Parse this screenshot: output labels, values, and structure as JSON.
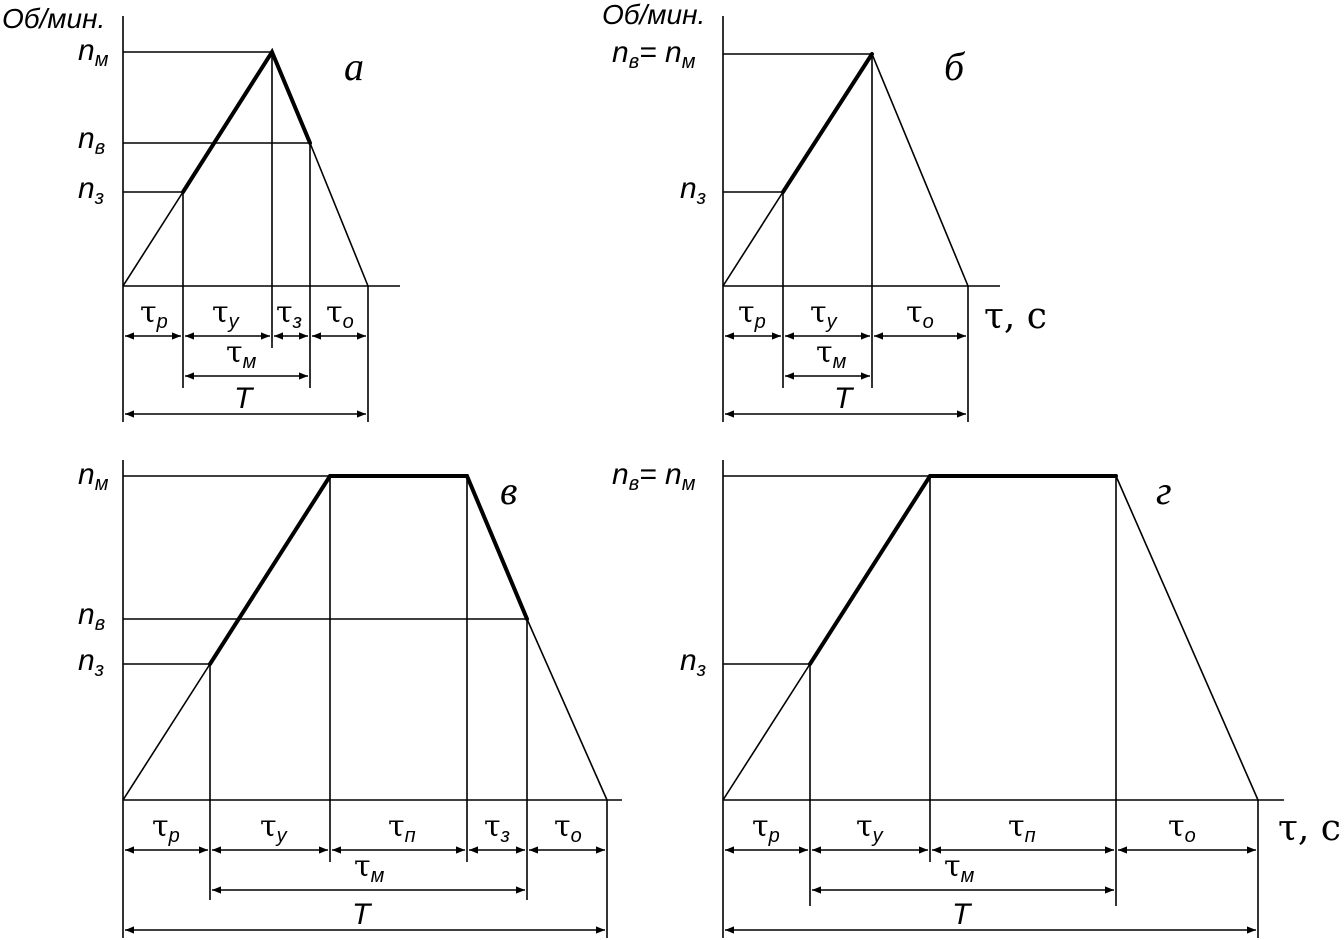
{
  "y_unit": "Об/мин.",
  "x_unit": "τ, c",
  "tau": "τ",
  "panels": [
    {
      "letter": "а",
      "y_labels": [
        {
          "main": "n",
          "sub": "м"
        },
        {
          "main": "n",
          "sub": "в"
        },
        {
          "main": "n",
          "sub": "з"
        }
      ],
      "intervals": [
        {
          "main": "τ",
          "sub": "р"
        },
        {
          "main": "τ",
          "sub": "у"
        },
        {
          "main": "τ",
          "sub": "з"
        },
        {
          "main": "τ",
          "sub": "о"
        }
      ],
      "tau_m": {
        "main": "τ",
        "sub": "м"
      },
      "total": "T"
    },
    {
      "letter": "б",
      "y_labels": [
        {
          "main": "n",
          "sub": "в",
          "eq": "= ",
          "main2": "n",
          "sub2": "м"
        },
        {
          "main": "n",
          "sub": "з"
        }
      ],
      "intervals": [
        {
          "main": "τ",
          "sub": "р"
        },
        {
          "main": "τ",
          "sub": "у"
        },
        {
          "main": "τ",
          "sub": "о"
        }
      ],
      "tau_m": {
        "main": "τ",
        "sub": "м"
      },
      "total": "T"
    },
    {
      "letter": "в",
      "y_labels": [
        {
          "main": "n",
          "sub": "м"
        },
        {
          "main": "n",
          "sub": "в"
        },
        {
          "main": "n",
          "sub": "з"
        }
      ],
      "intervals": [
        {
          "main": "τ",
          "sub": "р"
        },
        {
          "main": "τ",
          "sub": "у"
        },
        {
          "main": "τ",
          "sub": "п"
        },
        {
          "main": "τ",
          "sub": "з"
        },
        {
          "main": "τ",
          "sub": "о"
        }
      ],
      "tau_m": {
        "main": "τ",
        "sub": "м"
      },
      "total": "T"
    },
    {
      "letter": "г",
      "y_labels": [
        {
          "main": "n",
          "sub": "в",
          "eq": "= ",
          "main2": "n",
          "sub2": "м"
        },
        {
          "main": "n",
          "sub": "з"
        }
      ],
      "intervals": [
        {
          "main": "τ",
          "sub": "р"
        },
        {
          "main": "τ",
          "sub": "у"
        },
        {
          "main": "τ",
          "sub": "п"
        },
        {
          "main": "τ",
          "sub": "о"
        }
      ],
      "tau_m": {
        "main": "τ",
        "sub": "м"
      },
      "total": "T"
    }
  ]
}
